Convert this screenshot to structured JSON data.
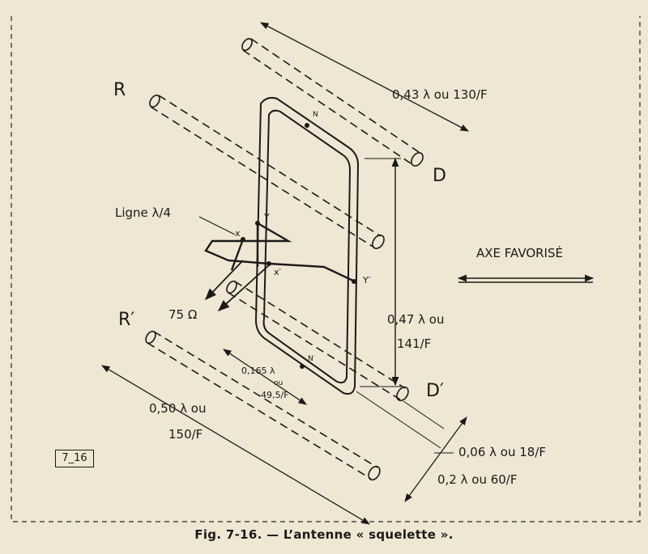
{
  "labels": {
    "reflector_top": "R",
    "reflector_bottom": "R′",
    "director_top": "D",
    "director_bottom": "D′",
    "line_label": "Ligne λ/4",
    "impedance": "75 Ω",
    "axis": "AXE FAVORISÉ",
    "point_n": "N",
    "point_n_prime": "N′",
    "point_x": "x",
    "point_x_prime": "x′",
    "point_y": "Y",
    "point_y_prime": "Y′"
  },
  "dimensions": {
    "director_length": "0,43 λ ou 130/F",
    "loop_height_1": "0,47 λ ou",
    "loop_height_2": "141/F",
    "loop_width_1": "0,165 λ",
    "loop_width_2": "ou",
    "loop_width_3": "49,5/F",
    "reflector_length_1": "0,50 λ ou",
    "reflector_length_2": "150/F",
    "director_spacing": "0,06 λ ou 18/F",
    "reflector_spacing": "0,2 λ ou 60/F"
  },
  "figure_ref": "7_16",
  "caption": "Fig. 7-16. — L’antenne « squelette »."
}
